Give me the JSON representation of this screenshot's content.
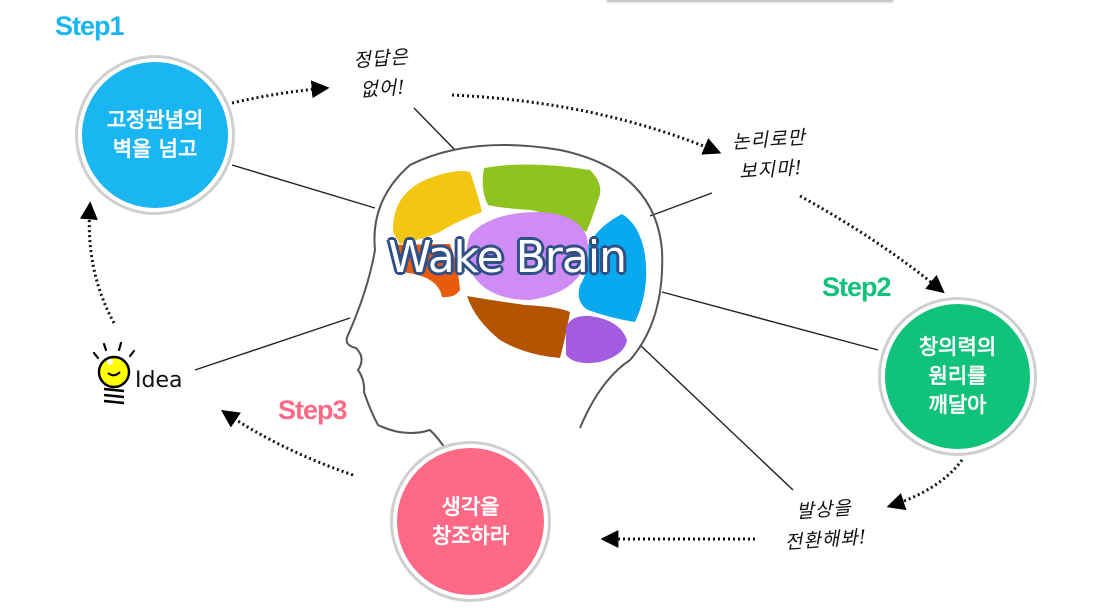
{
  "title": "Wake Brain",
  "steps": [
    {
      "label": "Step1",
      "line1": "고정관념의",
      "line2": "벽을 넘고",
      "line3": "",
      "color": "#1ab6f2"
    },
    {
      "label": "Step2",
      "line1": "창의력의",
      "line2": "원리를",
      "line3": "깨달아",
      "color": "#10c27a"
    },
    {
      "label": "Step3",
      "line1": "생각을",
      "line2": "창조하라",
      "line3": "",
      "color": "#fe6a86"
    }
  ],
  "notes": [
    {
      "line1": "정답은",
      "line2": "없어!"
    },
    {
      "line1": "논리로만",
      "line2": "보지마!"
    },
    {
      "line1": "발상을",
      "line2": "전환해봐!"
    }
  ],
  "idea": {
    "label": "Idea",
    "icon": "lightbulb-icon"
  },
  "brain_colors": {
    "frontal": "#f2c611",
    "top": "#8fc31f",
    "center": "#cf8cf4",
    "back": "#08a9ef",
    "lower": "#b25400",
    "cerebellum": "#a35be0",
    "small": "#e85a0c"
  }
}
